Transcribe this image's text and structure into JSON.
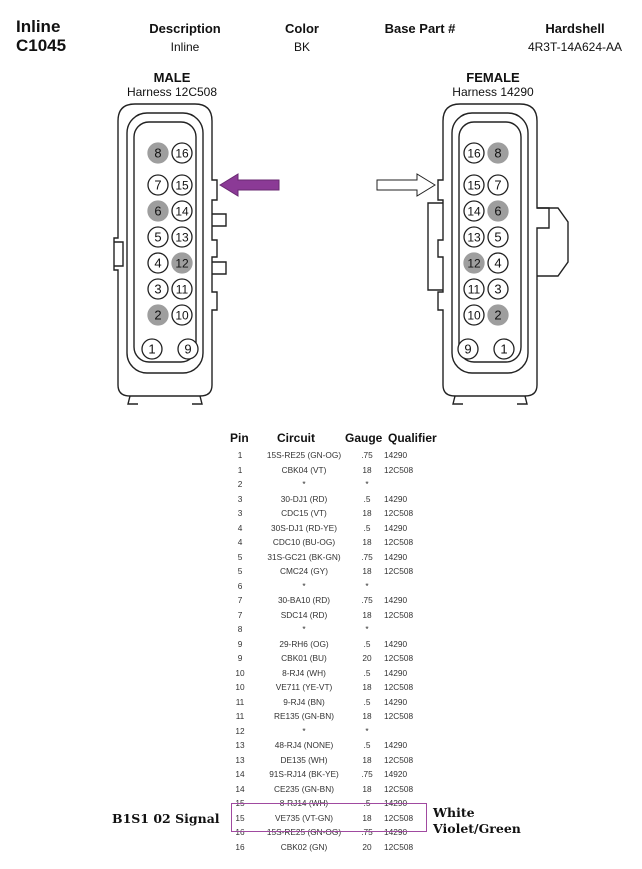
{
  "header": {
    "title_line1": "Inline",
    "title_line2": "C1045",
    "labels": {
      "description": "Description",
      "color": "Color",
      "base_part": "Base Part #",
      "hardshell": "Hardshell"
    },
    "values": {
      "description": "Inline",
      "color": "BK",
      "base_part": "",
      "hardshell": "4R3T-14A624-AA"
    }
  },
  "male": {
    "label": "MALE",
    "harness": "Harness 12C508",
    "pins": [
      {
        "n": "8",
        "shaded": true
      },
      {
        "n": "16",
        "shaded": false
      },
      {
        "n": "7",
        "shaded": false
      },
      {
        "n": "15",
        "shaded": false
      },
      {
        "n": "6",
        "shaded": true
      },
      {
        "n": "14",
        "shaded": false
      },
      {
        "n": "5",
        "shaded": false
      },
      {
        "n": "13",
        "shaded": false
      },
      {
        "n": "4",
        "shaded": false
      },
      {
        "n": "12",
        "shaded": true
      },
      {
        "n": "3",
        "shaded": false
      },
      {
        "n": "11",
        "shaded": false
      },
      {
        "n": "2",
        "shaded": true
      },
      {
        "n": "10",
        "shaded": false
      },
      {
        "n": "1",
        "shaded": false
      },
      {
        "n": "9",
        "shaded": false
      }
    ]
  },
  "female": {
    "label": "FEMALE",
    "harness": "Harness 14290",
    "pins": [
      {
        "n": "16",
        "shaded": false
      },
      {
        "n": "8",
        "shaded": true
      },
      {
        "n": "15",
        "shaded": false
      },
      {
        "n": "7",
        "shaded": false
      },
      {
        "n": "14",
        "shaded": false
      },
      {
        "n": "6",
        "shaded": true
      },
      {
        "n": "13",
        "shaded": false
      },
      {
        "n": "5",
        "shaded": false
      },
      {
        "n": "12",
        "shaded": true
      },
      {
        "n": "4",
        "shaded": false
      },
      {
        "n": "11",
        "shaded": false
      },
      {
        "n": "3",
        "shaded": false
      },
      {
        "n": "10",
        "shaded": false
      },
      {
        "n": "2",
        "shaded": true
      },
      {
        "n": "9",
        "shaded": false
      },
      {
        "n": "1",
        "shaded": false
      }
    ]
  },
  "colors": {
    "arrow_male": "#8b3a96",
    "highlight": "#a04aa0",
    "pin_shaded": "#9e9e9e"
  },
  "table": {
    "headers": {
      "pin": "Pin",
      "circuit": "Circuit",
      "gauge": "Gauge",
      "qualifier": "Qualifier"
    },
    "rows": [
      [
        "1",
        "15S-RE25 (GN-OG)",
        ".75",
        "14290"
      ],
      [
        "1",
        "CBK04 (VT)",
        "18",
        "12C508"
      ],
      [
        "2",
        "*",
        "*",
        ""
      ],
      [
        "3",
        "30-DJ1 (RD)",
        ".5",
        "14290"
      ],
      [
        "3",
        "CDC15 (VT)",
        "18",
        "12C508"
      ],
      [
        "4",
        "30S-DJ1 (RD-YE)",
        ".5",
        "14290"
      ],
      [
        "4",
        "CDC10 (BU-OG)",
        "18",
        "12C508"
      ],
      [
        "5",
        "31S-GC21 (BK-GN)",
        ".75",
        "14290"
      ],
      [
        "5",
        "CMC24 (GY)",
        "18",
        "12C508"
      ],
      [
        "6",
        "*",
        "*",
        ""
      ],
      [
        "7",
        "30-BA10 (RD)",
        ".75",
        "14290"
      ],
      [
        "7",
        "SDC14 (RD)",
        "18",
        "12C508"
      ],
      [
        "8",
        "*",
        "*",
        ""
      ],
      [
        "9",
        "29-RH6 (OG)",
        ".5",
        "14290"
      ],
      [
        "9",
        "CBK01 (BU)",
        "20",
        "12C508"
      ],
      [
        "10",
        "8-RJ4 (WH)",
        ".5",
        "14290"
      ],
      [
        "10",
        "VE711 (YE-VT)",
        "18",
        "12C508"
      ],
      [
        "11",
        "9-RJ4 (BN)",
        ".5",
        "14290"
      ],
      [
        "11",
        "RE135 (GN-BN)",
        "18",
        "12C508"
      ],
      [
        "12",
        "*",
        "*",
        ""
      ],
      [
        "13",
        "48-RJ4 (NONE)",
        ".5",
        "14290"
      ],
      [
        "13",
        "DE135 (WH)",
        "18",
        "12C508"
      ],
      [
        "14",
        "91S-RJ14 (BK-YE)",
        ".75",
        "14920"
      ],
      [
        "14",
        "CE235 (GN-BN)",
        "18",
        "12C508"
      ],
      [
        "15",
        "8-RJ14 (WH)",
        ".5",
        "14290"
      ],
      [
        "15",
        "VE735 (VT-GN)",
        "18",
        "12C508"
      ],
      [
        "16",
        "15S-RE25 (GN-OG)",
        ".75",
        "14290"
      ],
      [
        "16",
        "CBK02 (GN)",
        "20",
        "12C508"
      ]
    ]
  },
  "annotations": {
    "signal": "B1S1 02 Signal",
    "color1": "White",
    "color2": "Violet/Green"
  }
}
